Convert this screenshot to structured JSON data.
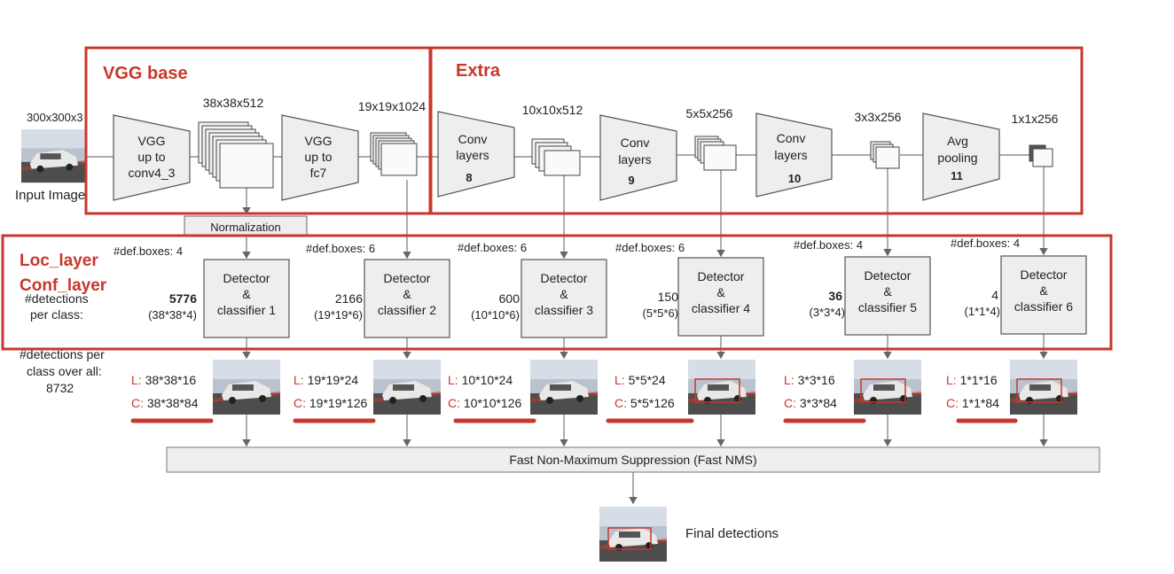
{
  "colors": {
    "accent_red": "#c8372d",
    "box_fill": "#eeeeee",
    "box_stroke": "#555555",
    "line": "#666666"
  },
  "regions": {
    "vgg_base": "VGG base",
    "extra": "Extra",
    "loc_conf_1": "Loc_layer",
    "loc_conf_2": "Conf_layer"
  },
  "input": {
    "size": "300x300x3",
    "label": "Input Image"
  },
  "backbone": {
    "vgg1": [
      "VGG",
      "up to",
      "conv4_3"
    ],
    "fm1": "38x38x512",
    "vgg2": [
      "VGG",
      "up to",
      "fc7"
    ],
    "fm2": "19x19x1024",
    "conv8": [
      "Conv",
      "layers",
      "8"
    ],
    "fm3": "10x10x512",
    "conv9": [
      "Conv",
      "layers",
      "9"
    ],
    "fm4": "5x5x256",
    "conv10": [
      "Conv",
      "layers",
      "10"
    ],
    "fm5": "3x3x256",
    "avgpool": [
      "Avg",
      "pooling",
      "11"
    ],
    "fm6": "1x1x256",
    "normalization": "Normalization"
  },
  "per_class_label": [
    "#detections",
    "per class:"
  ],
  "overall_label": [
    "#detections per",
    "class over all:",
    "8732"
  ],
  "detectors": [
    {
      "defboxes": "#def.boxes: 4",
      "label": [
        "Detector",
        "&",
        "classifier 1"
      ],
      "count": "5776",
      "formula": "(38*38*4)",
      "loc": "38*38*16",
      "conf": "38*38*84"
    },
    {
      "defboxes": "#def.boxes: 6",
      "label": [
        "Detector",
        "&",
        "classifier 2"
      ],
      "count": "2166",
      "formula": "(19*19*6)",
      "loc": "19*19*24",
      "conf": "19*19*126"
    },
    {
      "defboxes": "#def.boxes: 6",
      "label": [
        "Detector",
        "&",
        "classifier 3"
      ],
      "count": "600",
      "formula": "(10*10*6)",
      "loc": "10*10*24",
      "conf": "10*10*126"
    },
    {
      "defboxes": "#def.boxes: 6",
      "label": [
        "Detector",
        "&",
        "classifier 4"
      ],
      "count": "150",
      "formula": "(5*5*6)",
      "loc": "5*5*24",
      "conf": "5*5*126"
    },
    {
      "defboxes": "#def.boxes: 4",
      "label": [
        "Detector",
        "&",
        "classifier 5"
      ],
      "count": "36",
      "formula": "(3*3*4)",
      "loc": "3*3*16",
      "conf": "3*3*84"
    },
    {
      "defboxes": "#def.boxes: 4",
      "label": [
        "Detector",
        "&",
        "classifier 6"
      ],
      "count": "4",
      "formula": "(1*1*4)",
      "loc": "1*1*16",
      "conf": "1*1*84"
    }
  ],
  "loc_prefix": "L: ",
  "conf_prefix": "C: ",
  "nms": "Fast Non-Maximum Suppression (Fast NMS)",
  "final": "Final detections"
}
